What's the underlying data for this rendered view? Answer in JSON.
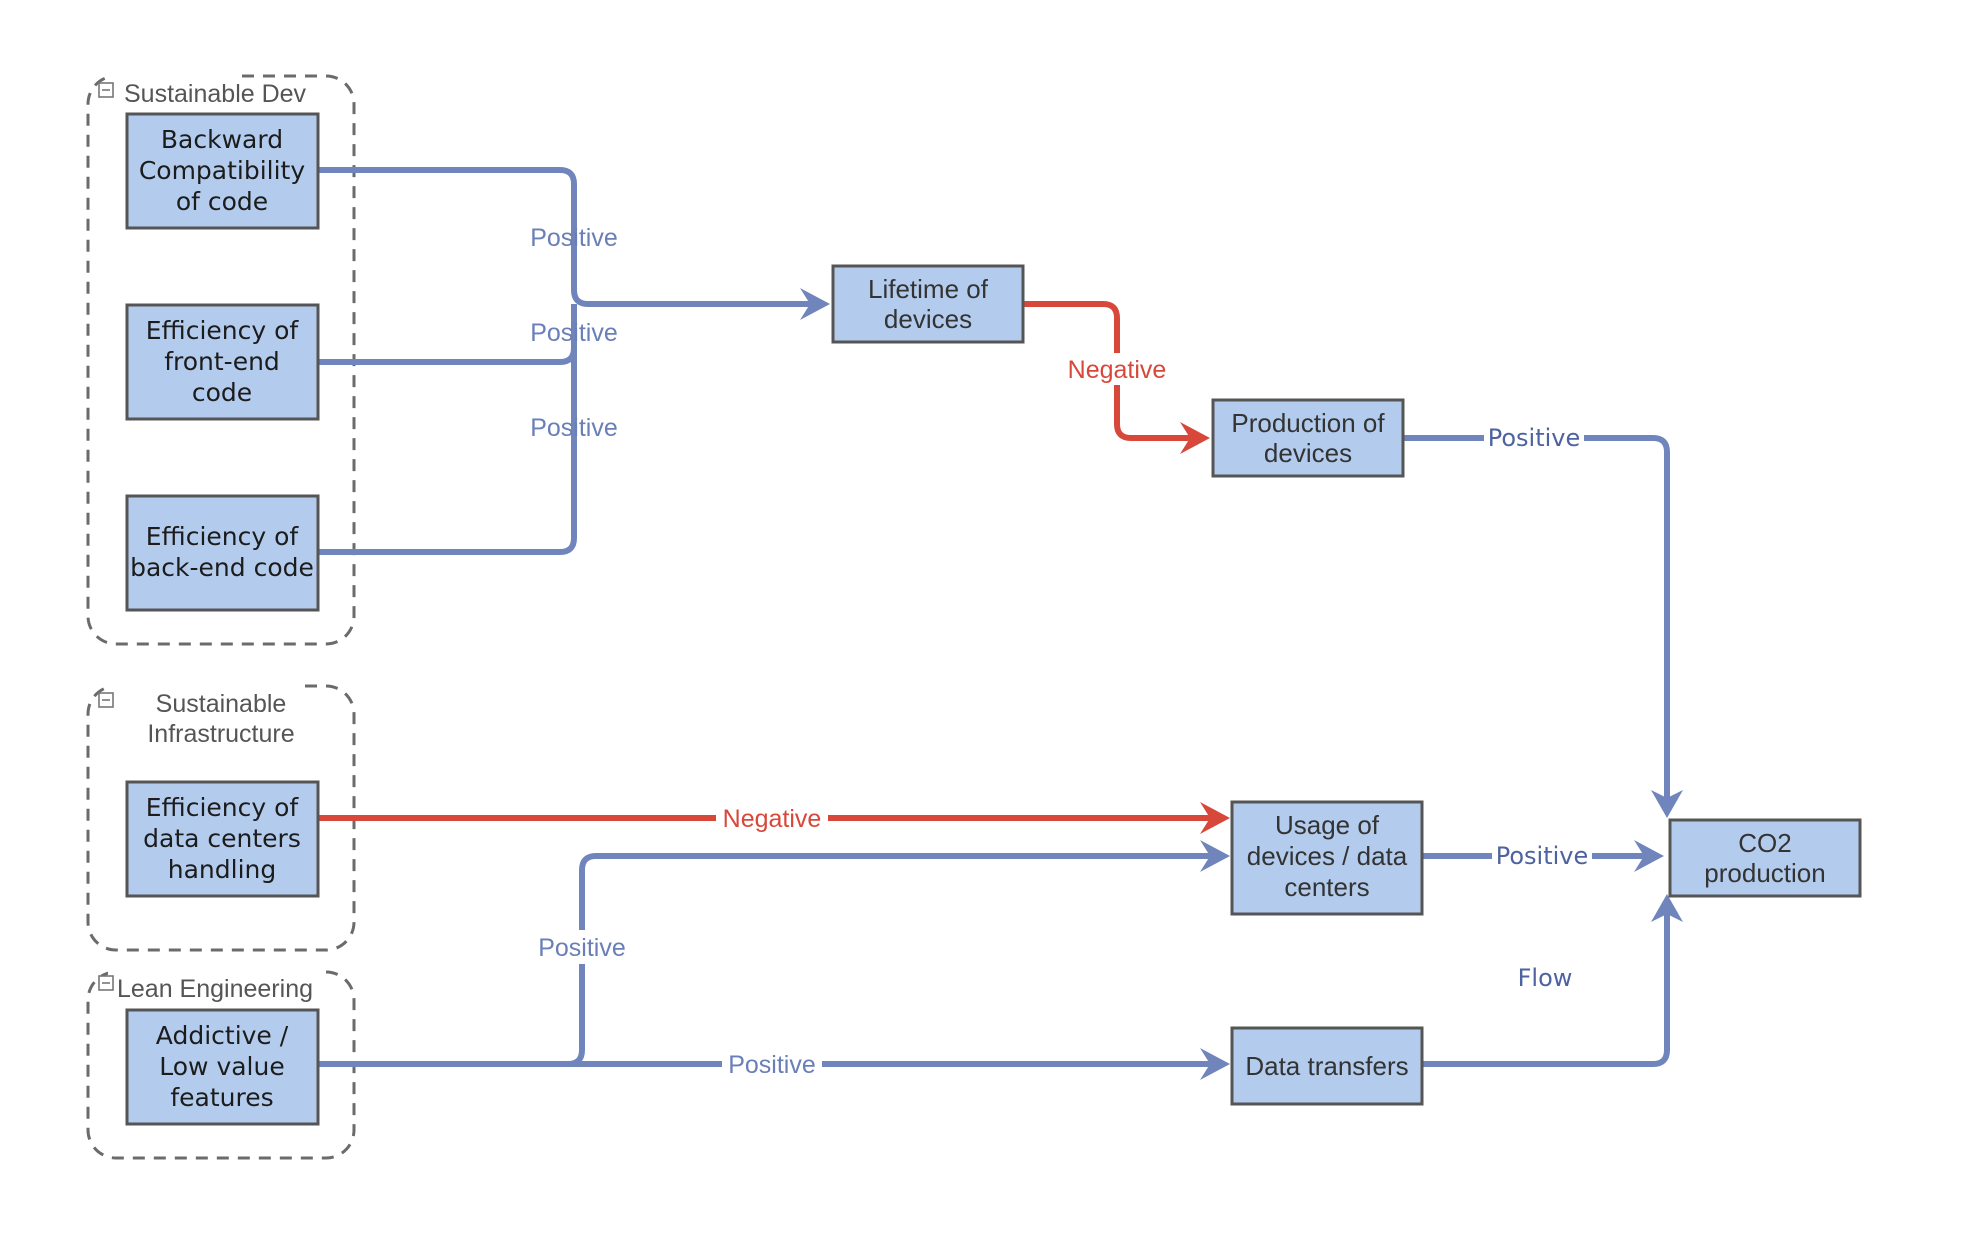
{
  "groups": {
    "sustainable_dev": "Sustainable Dev",
    "sustainable_infra": [
      "Sustainable",
      "Infrastructure"
    ],
    "lean_engineering": "Lean Engineering"
  },
  "nodes": {
    "backward_compat": [
      "Backward",
      "Compatibility",
      "of code"
    ],
    "frontend": [
      "Efficiency of",
      "front-end",
      "code"
    ],
    "backend": [
      "Efficiency of",
      "back-end code"
    ],
    "datacenters": [
      "Efficiency of",
      "data centers",
      "handling"
    ],
    "addictive": [
      "Addictive /",
      "Low value",
      "features"
    ],
    "lifetime": [
      "Lifetime of",
      "devices"
    ],
    "production": [
      "Production of",
      "devices"
    ],
    "usage": [
      "Usage of",
      "devices / data",
      "centers"
    ],
    "data_transfers": [
      "Data transfers"
    ],
    "co2": [
      "CO2",
      "production"
    ]
  },
  "edge_labels": {
    "backward_to_lifetime": "Positive",
    "frontend_to_lifetime": "Positive",
    "backend_to_lifetime": "Positive",
    "lifetime_to_production": "Negative",
    "production_to_co2": "Positive",
    "datacenters_to_usage": "Negative",
    "addictive_to_usage": "Positive",
    "addictive_to_transfers": "Positive",
    "usage_to_co2": "Positive"
  },
  "legend": {
    "flow": "Flow"
  },
  "colors": {
    "positive_edge": "#7085bb",
    "negative_edge": "#d8483a",
    "node_fill": "#b3ccee"
  }
}
